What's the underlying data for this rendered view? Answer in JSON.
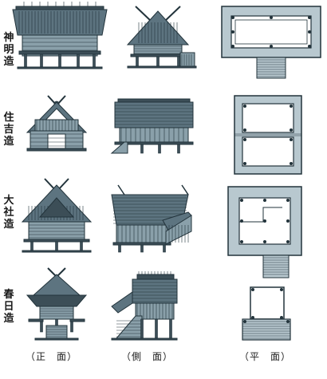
{
  "rows": [
    {
      "label": "神明造"
    },
    {
      "label": "住吉造"
    },
    {
      "label": "大社造"
    },
    {
      "label": "春日造"
    }
  ],
  "columns": [
    {
      "label": "（正　面）"
    },
    {
      "label": "（側　面）"
    },
    {
      "label": "（平　面）"
    }
  ],
  "colors": {
    "roof": "#5d7480",
    "roof_dark": "#3c4e57",
    "wall": "#8aa0aa",
    "line": "#22333b",
    "plan_fill": "#b8c8cf"
  }
}
